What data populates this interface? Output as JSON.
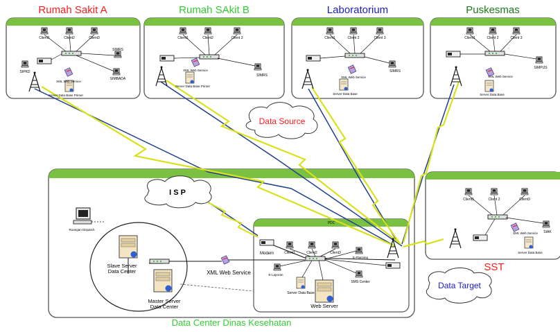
{
  "sites": {
    "rs_a": {
      "title": "Rumah Sakit A",
      "title_color": "#ff1a1a",
      "clients": [
        "Client1",
        "Client2",
        "Client3"
      ],
      "labels": [
        "SIMRS",
        "SIPKD",
        "SIMBADA",
        "XML Web Service",
        "Server Data Base Primer"
      ]
    },
    "rs_b": {
      "title": "Rumah SAkit B",
      "title_color": "#33cc33",
      "clients": [
        "Client1",
        "Client2",
        "Client 3"
      ],
      "labels": [
        "XML Web Service",
        "SIMRS",
        "Server Data Base Primer"
      ]
    },
    "lab": {
      "title": "Laboratorium",
      "title_color": "#1a1acc",
      "clients": [
        "Client1",
        "Client 2",
        "Client 3"
      ],
      "labels": [
        "XML Web Service",
        "SIMRS",
        "Server Data Base"
      ]
    },
    "pusk": {
      "title": "Puskesmas",
      "title_color": "#1a7a1a",
      "clients": [
        "Client1",
        "Client 2",
        "Client 3"
      ],
      "labels": [
        "XML Web Service",
        "SIMPUS",
        "Server Data Base"
      ]
    },
    "sst": {
      "title": "SST",
      "title_color": "#ff1a1a",
      "clients": [
        "Client1",
        "Client 2",
        "Client3"
      ],
      "labels": [
        "XML Web Service",
        "SIAK",
        "Server Data Base"
      ]
    }
  },
  "clouds": {
    "data_source": "Data Source",
    "isp": "I S P",
    "data_target": "Data Target"
  },
  "data_center": {
    "title": "Data Center Dinas Kesehatan",
    "pdc": "PDC",
    "ruangan": "Ruangan Dispatch",
    "slave": [
      "Slave Server",
      "Data Center"
    ],
    "master": [
      "Master Server",
      "Data Center"
    ],
    "xml_web_service": "XML Web Service",
    "modem": "Modem",
    "web_server": "Web Server",
    "clients": [
      "Client1",
      "Client2",
      "Client3"
    ],
    "labels": [
      "E-Laporan",
      "E-Planning",
      "Server Data Base",
      "SMS Center"
    ]
  },
  "colors": {
    "box_bar": "#7ac142",
    "box_border": "#555555",
    "blue_link": "#1f3f8f",
    "yellow_link": "#d8e21c"
  }
}
